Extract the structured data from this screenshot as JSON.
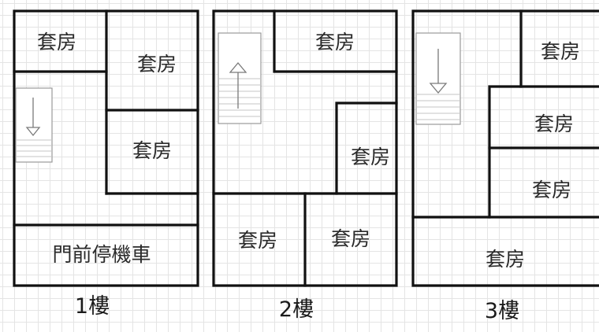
{
  "floor_plans": [
    {
      "floor_label": "1樓",
      "rooms": [
        "套房",
        "套房",
        "套房"
      ],
      "front_area": "門前停機車",
      "stair_direction": "down"
    },
    {
      "floor_label": "2樓",
      "rooms": [
        "套房",
        "套房",
        "套房",
        "套房"
      ],
      "stair_direction": "up"
    },
    {
      "floor_label": "3樓",
      "rooms": [
        "套房",
        "套房",
        "套房",
        "套房"
      ],
      "stair_direction": "down"
    }
  ]
}
